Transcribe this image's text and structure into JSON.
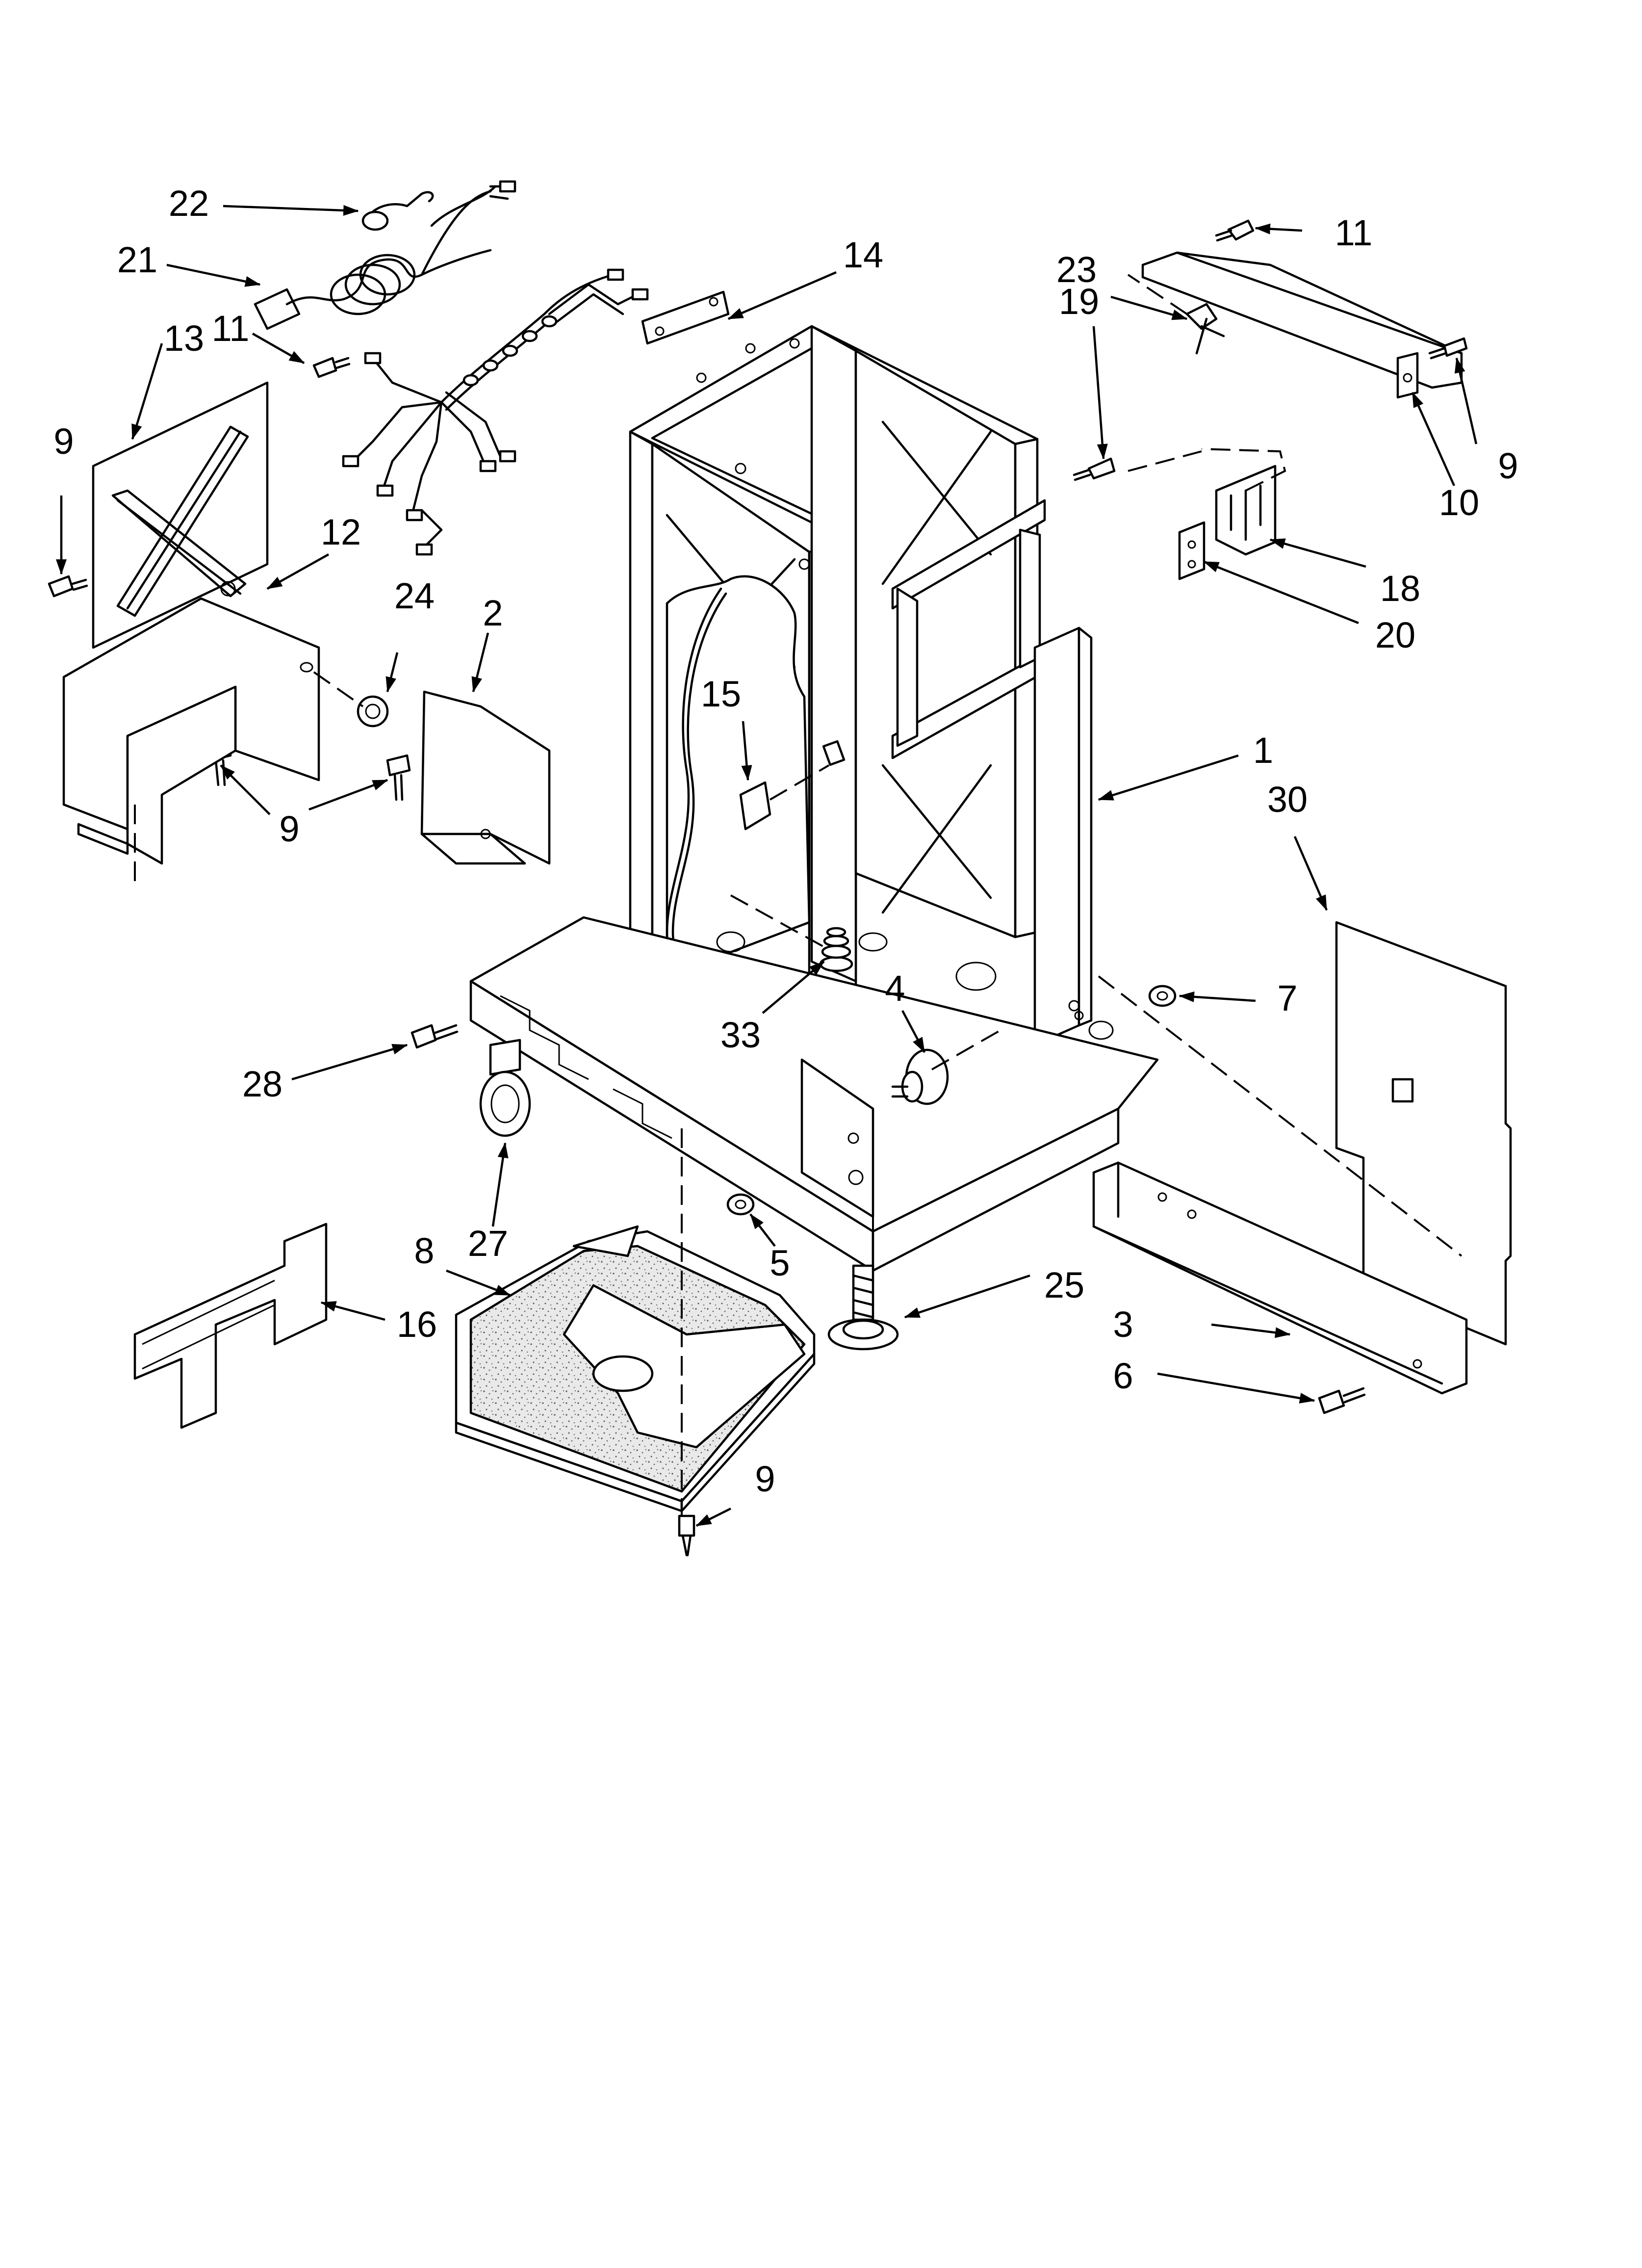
{
  "callouts": [
    {
      "id": "c1",
      "label": "1"
    },
    {
      "id": "c2",
      "label": "2"
    },
    {
      "id": "c3",
      "label": "3"
    },
    {
      "id": "c4",
      "label": "4"
    },
    {
      "id": "c5",
      "label": "5"
    },
    {
      "id": "c6",
      "label": "6"
    },
    {
      "id": "c7",
      "label": "7"
    },
    {
      "id": "c8",
      "label": "8"
    },
    {
      "id": "c9a",
      "label": "9"
    },
    {
      "id": "c9b",
      "label": "9"
    },
    {
      "id": "c9c",
      "label": "9"
    },
    {
      "id": "c9d",
      "label": "9"
    },
    {
      "id": "c10",
      "label": "10"
    },
    {
      "id": "c11a",
      "label": "11"
    },
    {
      "id": "c11b",
      "label": "11"
    },
    {
      "id": "c12",
      "label": "12"
    },
    {
      "id": "c13",
      "label": "13"
    },
    {
      "id": "c14",
      "label": "14"
    },
    {
      "id": "c15",
      "label": "15"
    },
    {
      "id": "c16",
      "label": "16"
    },
    {
      "id": "c18",
      "label": "18"
    },
    {
      "id": "c19",
      "label": "19"
    },
    {
      "id": "c20",
      "label": "20"
    },
    {
      "id": "c21",
      "label": "21"
    },
    {
      "id": "c22",
      "label": "22"
    },
    {
      "id": "c23",
      "label": "23"
    },
    {
      "id": "c24",
      "label": "24"
    },
    {
      "id": "c25",
      "label": "25"
    },
    {
      "id": "c27",
      "label": "27"
    },
    {
      "id": "c28",
      "label": "28"
    },
    {
      "id": "c30",
      "label": "30"
    },
    {
      "id": "c33",
      "label": "33"
    }
  ]
}
